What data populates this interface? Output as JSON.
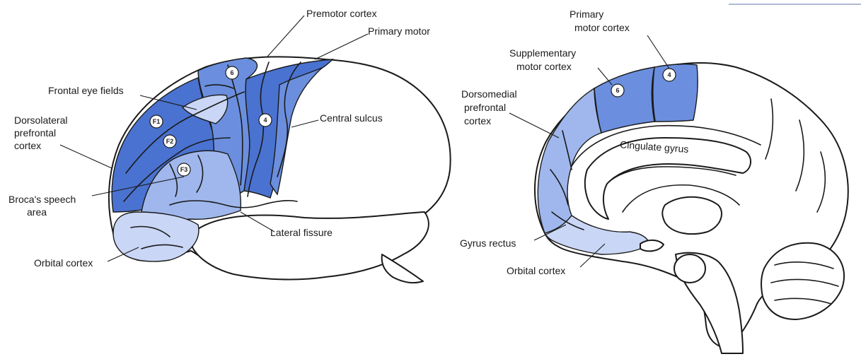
{
  "lateral_view": {
    "labels": {
      "premotor": "Premotor cortex",
      "primary_motor": "Primary motor",
      "frontal_eye_fields": "Frontal eye fields",
      "dlpfc_1": "Dorsolateral",
      "dlpfc_2": "prefrontal",
      "dlpfc_3": "cortex",
      "central_sulcus": "Central sulcus",
      "broca_1": "Broca's speech",
      "broca_2": "area",
      "lateral_fissure": "Lateral fissure",
      "orbital": "Orbital cortex"
    },
    "badges": {
      "area6": "6",
      "area4": "4",
      "f1": "F1",
      "f2": "F2",
      "f3": "F3"
    }
  },
  "medial_view": {
    "labels": {
      "primary_motor_1": "Primary",
      "primary_motor_2": "motor cortex",
      "sma_1": "Supplementary",
      "sma_2": "motor cortex",
      "dmpfc_1": "Dorsomedial",
      "dmpfc_2": "prefrontal",
      "dmpfc_3": "cortex",
      "cingulate": "Cingulate gyrus",
      "gyrus_rectus": "Gyrus rectus",
      "orbital": "Orbital cortex"
    },
    "badges": {
      "area6": "6",
      "area4": "4"
    }
  },
  "colors": {
    "dark_blue": "#4a72d0",
    "mid_blue": "#6b8fde",
    "light_blue": "#9fb7ec",
    "pale_blue": "#c9d6f5",
    "outline": "#1a1a1a"
  }
}
